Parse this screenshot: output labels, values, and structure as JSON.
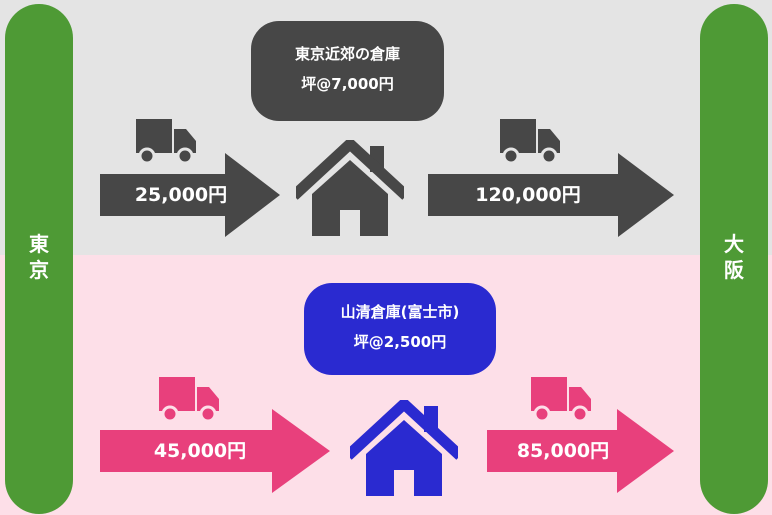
{
  "colors": {
    "top_band": "#e4e4e4",
    "bottom_band": "#fddfe8",
    "pillar": "#4e9a35",
    "dark": "#474747",
    "pink": "#e8407c",
    "blue": "#2a2ad0"
  },
  "left_city": {
    "label_line1": "東",
    "label_line2": "京"
  },
  "right_city": {
    "label_line1": "大",
    "label_line2": "阪"
  },
  "top_route": {
    "warehouse_name": "東京近郊の倉庫",
    "warehouse_price": "坪@7,000円",
    "inbound_cost": "25,000円",
    "outbound_cost": "120,000円",
    "truck_icon": "truck-icon",
    "warehouse_icon": "house-icon"
  },
  "bottom_route": {
    "warehouse_name": "山清倉庫(富士市)",
    "warehouse_price": "坪@2,500円",
    "inbound_cost": "45,000円",
    "outbound_cost": "85,000円",
    "truck_icon": "truck-icon",
    "warehouse_icon": "house-icon"
  }
}
